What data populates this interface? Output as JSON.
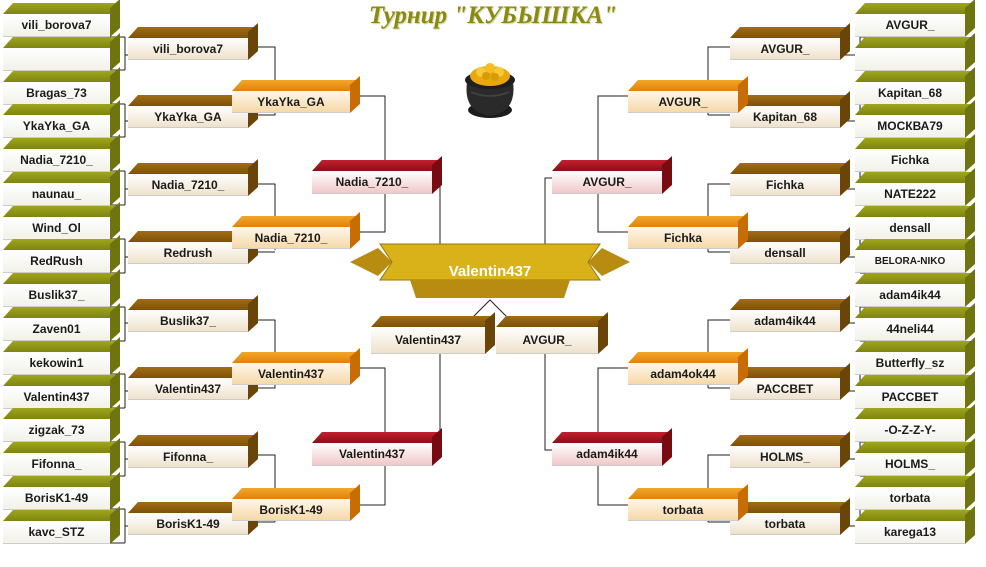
{
  "title": "Турнир \"КУБЫШКА\"",
  "pot_icon": "gold-pot-icon",
  "champion": "Valentin437",
  "left": {
    "round1": [
      "vili_borova7",
      "",
      "Bragas_73",
      "YkaYka_GA",
      "Nadia_7210_",
      "naunau_",
      "Wind_Ol",
      "RedRush",
      "Buslik37_",
      "Zaven01",
      "kekowin1",
      "Valentin437",
      "zigzak_73",
      "Fifonna_",
      "BorisK1-49",
      "kavc_STZ"
    ],
    "round2": [
      "vili_borova7",
      "YkaYka_GA",
      "Nadia_7210_",
      "Redrush",
      "Buslik37_",
      "Valentin437",
      "Fifonna_",
      "BorisK1-49"
    ],
    "round3": [
      "YkaYka_GA",
      "Nadia_7210_",
      "Valentin437",
      "BorisK1-49"
    ],
    "round4": [
      "Nadia_7210_",
      "Valentin437"
    ],
    "final": "Valentin437"
  },
  "right": {
    "round1": [
      "AVGUR_",
      "",
      "Kapitan_68",
      "МОСКВА79",
      "Fichka",
      "NATE222",
      "densall",
      "BELORA-NIKO",
      "adam4ik44",
      "44neli44",
      "Butterfly_sz",
      "РАССВЕТ",
      "-O-Z-Z-Y-",
      "HOLMS_",
      "torbata",
      "karega13"
    ],
    "round2": [
      "AVGUR_",
      "Kapitan_68",
      "Fichka",
      "densall",
      "adam4ik44",
      "РАССВЕТ",
      "HOLMS_",
      "torbata"
    ],
    "round3": [
      "AVGUR_",
      "Fichka",
      "adam4ok44",
      "torbata"
    ],
    "round4": [
      "AVGUR_",
      "adam4ik44"
    ],
    "final": "AVGUR_"
  },
  "colors": {
    "round1": "#9fa51d",
    "round2": "#a06d12",
    "round3": "#f3a628",
    "round4": "#c22030",
    "banner": "#d9b21a"
  }
}
